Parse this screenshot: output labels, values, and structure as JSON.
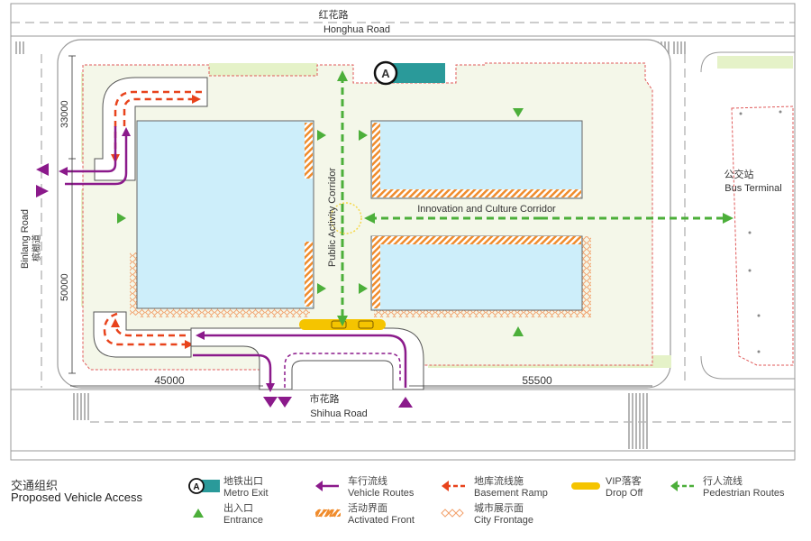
{
  "roads": {
    "north_cn": "红花路",
    "north_en": "Honghua Road",
    "south_cn": "市花路",
    "south_en": "Shihua Road",
    "west_en": "Binlang Road",
    "west_cn": "槟榔道"
  },
  "dimensions": {
    "west_top": "33000",
    "west_bottom": "50000",
    "south_left": "45000",
    "south_right": "55500"
  },
  "labels": {
    "metro_letter": "A",
    "public_corridor": "Public Activity Corridor",
    "innovation_corridor": "Innovation and Culture Corridor",
    "bus_cn": "公交站",
    "bus_en": "Bus Terminal"
  },
  "legend": {
    "title_cn": "交通组织",
    "title_en": "Proposed Vehicle Access",
    "items": [
      {
        "cn": "地铁出口",
        "en": "Metro Exit",
        "icon": "metro-exit-icon"
      },
      {
        "cn": "出入口",
        "en": "Entrance",
        "icon": "entrance-triangle-icon"
      },
      {
        "cn": "车行流线",
        "en": "Vehicle Routes",
        "icon": "purple-arrow-icon"
      },
      {
        "cn": "活动界面",
        "en": "Activated Front",
        "icon": "orange-hatch-icon"
      },
      {
        "cn": "地库流线施",
        "en": "Basement Ramp",
        "icon": "red-dashed-arrow-icon"
      },
      {
        "cn": "城市展示面",
        "en": "City Frontage",
        "icon": "diamond-pattern-icon"
      },
      {
        "cn": "VIP落客",
        "en": "Drop Off",
        "icon": "yellow-bar-icon"
      },
      {
        "cn": "行人流线",
        "en": "Pedestrian Routes",
        "icon": "green-dashed-arrow-icon"
      }
    ]
  },
  "colors": {
    "building": "#cdeefa",
    "landscape": "#e5f2c8",
    "road_line": "#8a8a8a",
    "vehicle": "#8b1a8b",
    "basement": "#e8431c",
    "pedestrian": "#4caf3a",
    "activated": "#f08c2d",
    "dropoff": "#f5c400",
    "metro": "#2a9a9a"
  }
}
